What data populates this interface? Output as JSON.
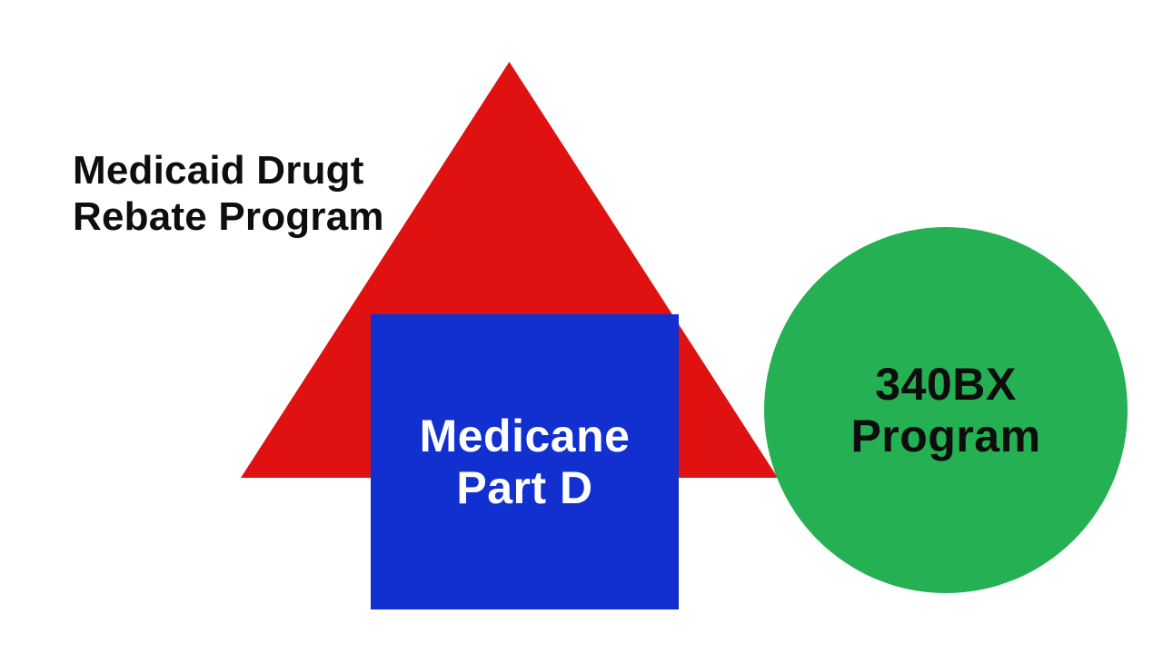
{
  "background_color": "#ffffff",
  "diagram": {
    "triangle": {
      "shape": "triangle",
      "color": "#e01111",
      "label_line1": "Medicaid Drugt",
      "label_line2": "Rebate Program",
      "label_color": "#0e0e0e"
    },
    "square": {
      "shape": "square",
      "color": "#1130cf",
      "label_line1": "Medicane",
      "label_line2": "Part D",
      "label_color": "#ffffff"
    },
    "circle": {
      "shape": "circle",
      "color": "#24b053",
      "label_line1": "340BX",
      "label_line2": "Program",
      "label_color": "#0d0d0d"
    }
  }
}
